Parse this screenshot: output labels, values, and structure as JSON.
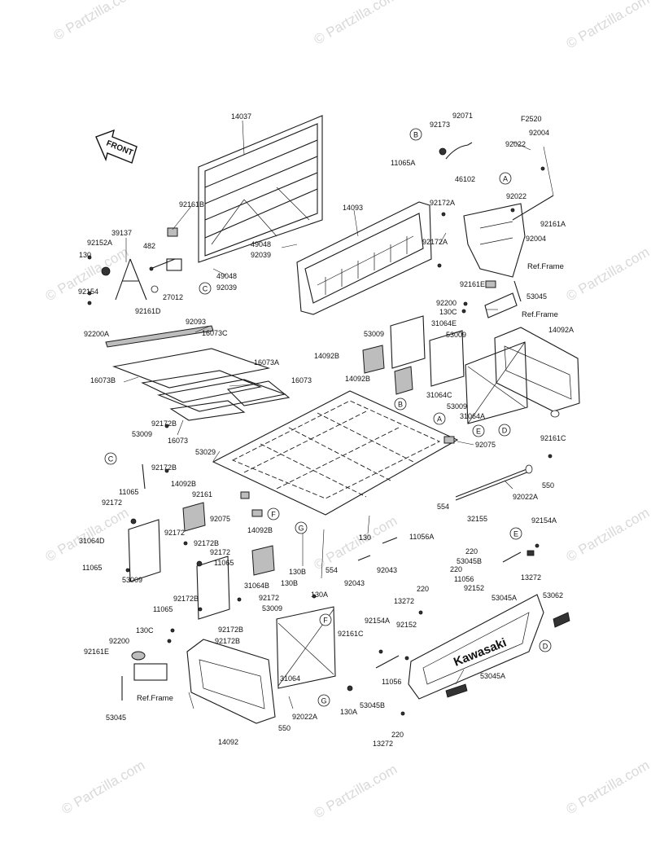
{
  "figure_code": "F2520",
  "front_arrow": "FRONT",
  "brand_mark": "Kawasaki",
  "watermark": "© Partzilla.com",
  "ref_frame": "Ref.Frame",
  "callouts": [
    "A",
    "B",
    "C",
    "D",
    "E",
    "F",
    "G"
  ],
  "part_numbers": [
    "14037",
    "92161B",
    "39137",
    "92152A",
    "482",
    "130",
    "92154",
    "27012",
    "92161D",
    "92200A",
    "49048",
    "92039",
    "49048",
    "92039",
    "92093",
    "16073C",
    "16073A",
    "16073B",
    "16073",
    "16073",
    "14093",
    "92172A",
    "92172A",
    "92071",
    "92173",
    "11065A",
    "46102",
    "92022",
    "92004",
    "92022",
    "92161A",
    "92004",
    "92161E",
    "92200",
    "130C",
    "53045",
    "53009",
    "31064E",
    "53009",
    "14092A",
    "14092B",
    "14092B",
    "31064C",
    "53009",
    "31064A",
    "92161C",
    "92075",
    "53029",
    "53009",
    "92172B",
    "92172B",
    "92161",
    "92075",
    "554",
    "130",
    "11056A",
    "130B",
    "554",
    "130B",
    "92043",
    "92043",
    "32155",
    "92022A",
    "550",
    "11065",
    "92172",
    "31064D",
    "11065",
    "53009",
    "92172",
    "14092B",
    "92172B",
    "92172",
    "14092B",
    "11065",
    "31064B",
    "92172B",
    "11065",
    "92172",
    "130A",
    "53009",
    "92172B",
    "92172B",
    "130C",
    "92200",
    "92161E",
    "53045",
    "14092",
    "31064",
    "92161C",
    "550",
    "92022A",
    "130A",
    "92154A",
    "92152",
    "13272",
    "220",
    "11056",
    "53045B",
    "220",
    "13272",
    "220",
    "53045B",
    "13272",
    "220",
    "92154A",
    "11056",
    "92152",
    "53045A",
    "53062",
    "53045A"
  ]
}
